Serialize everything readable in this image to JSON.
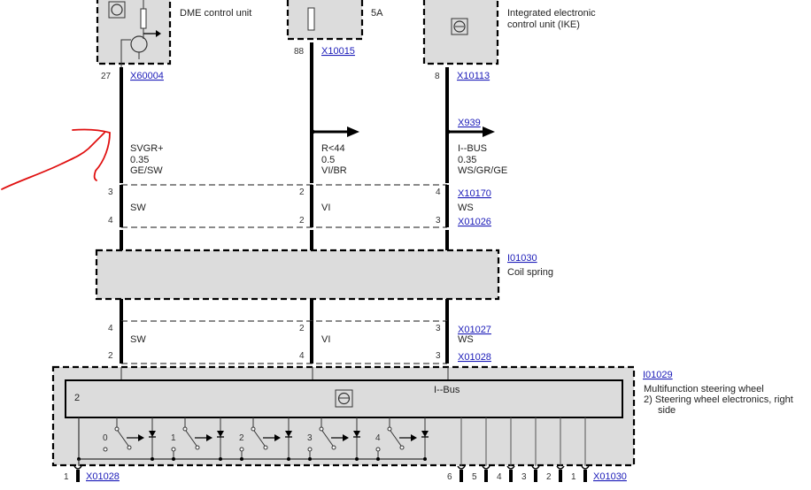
{
  "components": {
    "dme": {
      "label": "DME control unit",
      "pin": "27",
      "connector": "X60004"
    },
    "fuse": {
      "label": "5A",
      "pin": "88",
      "connector": "X10015"
    },
    "ike": {
      "label_line1": "Integrated electronic",
      "label_line2": "control unit (IKE)",
      "pin": "8",
      "connector": "X10113"
    },
    "coil_spring": {
      "id": "I01030",
      "label": "Coil spring"
    },
    "steering_wheel": {
      "id": "I01029",
      "label_line1": "Multifunction steering wheel",
      "label_line2": "2) Steering wheel electronics, right",
      "label_line3": "side",
      "inner_pin": "2",
      "bus_label": "I--Bus",
      "switch_labels": [
        "0",
        "1",
        "2",
        "3",
        "4"
      ],
      "left_pin": "1",
      "left_connector": "X01028",
      "bottom_pins": [
        "6",
        "5",
        "4",
        "3",
        "2",
        "1"
      ],
      "bottom_connector": "X01030"
    }
  },
  "wires": [
    {
      "signal": "SVGR+",
      "gauge": "0.35",
      "color": "GE/SW"
    },
    {
      "signal": "R<44",
      "gauge": "0.5",
      "color": "VI/BR"
    },
    {
      "signal": "I--BUS",
      "gauge": "0.35",
      "color": "WS/GR/GE",
      "branch_connector": "X939"
    }
  ],
  "connector_upper": {
    "top_pins": [
      "3",
      "2",
      "4"
    ],
    "bottom_pins": [
      "4",
      "2",
      "3"
    ],
    "colors": [
      "SW",
      "VI",
      "WS"
    ],
    "top_id": "X10170",
    "bottom_id": "X01026"
  },
  "connector_lower": {
    "top_pins": [
      "4",
      "2",
      "3"
    ],
    "bottom_pins": [
      "2",
      "4",
      "3"
    ],
    "colors": [
      "SW",
      "VI",
      "WS"
    ],
    "top_id": "X01027",
    "bottom_id": "X01028"
  },
  "annotation": {
    "type": "hand-drawn-arrow",
    "color": "#e01010"
  },
  "link_color": "#1a1ab8"
}
